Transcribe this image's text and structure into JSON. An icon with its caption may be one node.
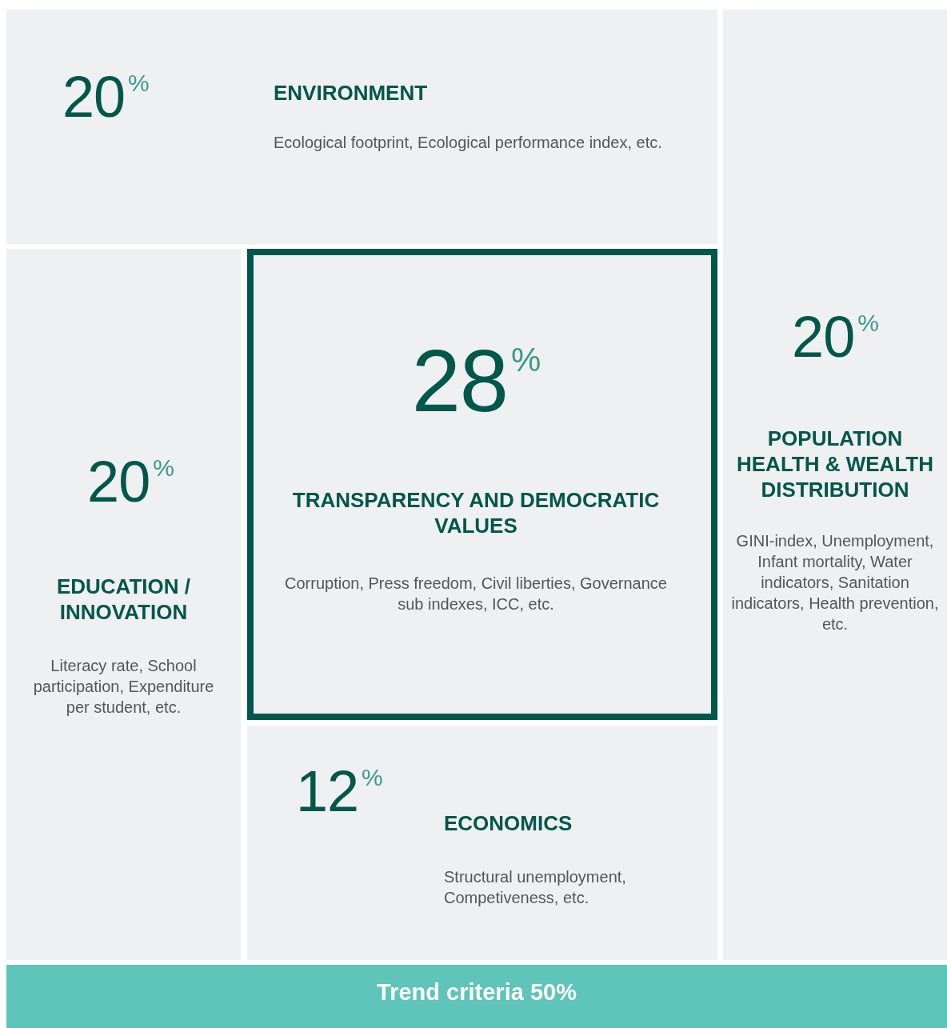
{
  "diagram": {
    "nodes": [
      {
        "text": [
          "20$^{%}$",
          "ENVIRONMENT",
          "Ecological footprint, Ecological performance index, etc."
        ]
      },
      {
        "text": [
          "20$^{%}$",
          "POPULATION HEALTH & WEALTH DISTRIBUTION",
          "GINI-index, Unemployment, Infant mortality, Water indicators, Sanitation indicators, Health prevention, etc."
        ]
      },
      {
        "text": [
          "20$^{%}$",
          "EDUCATION / INNOVATION",
          "Literacy rate, School participation, Expenditure per student, etc."
        ]
      },
      {
        "text": [
          "28$^{%}$",
          "TRANSPARENCY AND DEMOCRATIC VALUES",
          "Corruption, Press freedom, Civil liberties, Governance sub indexes, ICC, etc."
        ]
      },
      {
        "text": [
          "12$^{%}$",
          "ECONOMICS",
          "Structural unemployment, Competiveness, etc."
        ]
      },
      {
        "text": [
          "Trend criteria 50%"
        ]
      }
    ],
    "edges": []
  }
}
